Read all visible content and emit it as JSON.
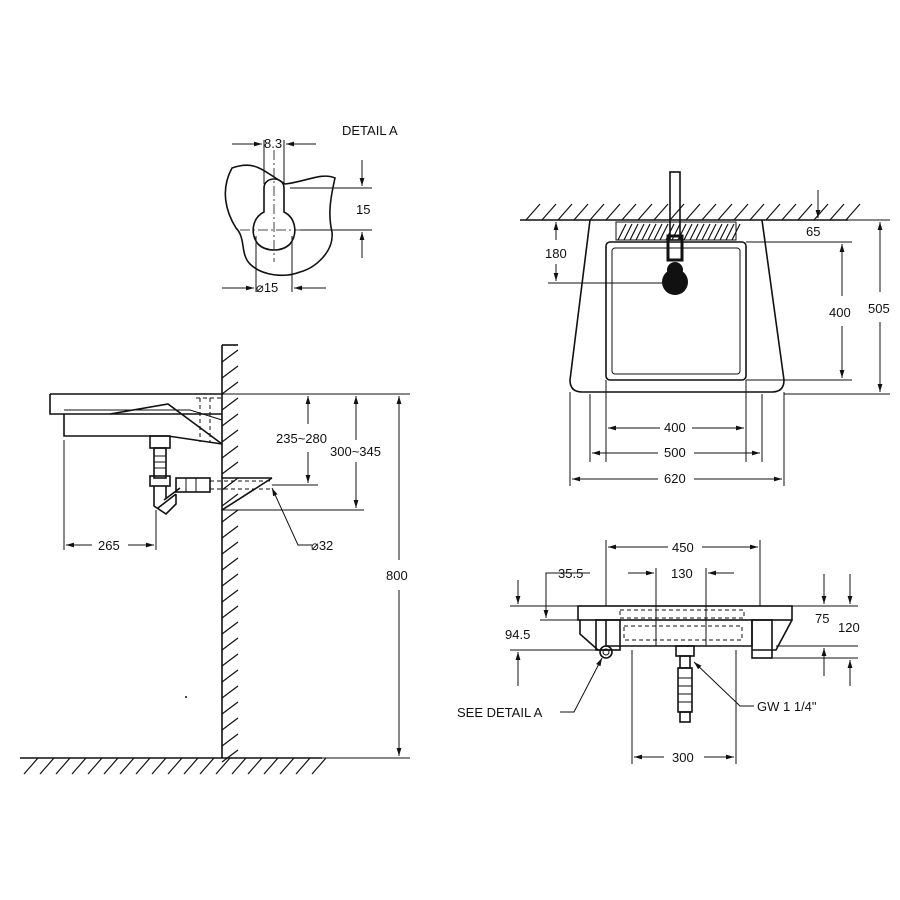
{
  "detail": {
    "title": "DETAIL A",
    "dim_width": "8.3",
    "dim_height": "15",
    "dim_diameter": "⌀15"
  },
  "side_view": {
    "dim_drain_offset": "265",
    "dim_outlet_height": "235~280",
    "dim_trap_height": "300~345",
    "dim_pipe_diameter": "⌀32",
    "dim_mount_height": "800"
  },
  "top_view": {
    "dim_tap_offset": "180",
    "dim_wall_gap": "65",
    "dim_bowl_depth": "400",
    "dim_overall_depth": "505",
    "dim_bowl_width": "400",
    "dim_inner_width": "500",
    "dim_overall_width": "620"
  },
  "front_view": {
    "dim_top_width": "450",
    "dim_rim_offset": "35.5",
    "dim_centre_spacing": "130",
    "dim_bracket_height": "94.5",
    "dim_rim_height": "75",
    "dim_overall_height": "120",
    "dim_drain_width": "300",
    "label_see_detail": "SEE DETAIL A",
    "label_thread": "GW 1 1/4\""
  }
}
